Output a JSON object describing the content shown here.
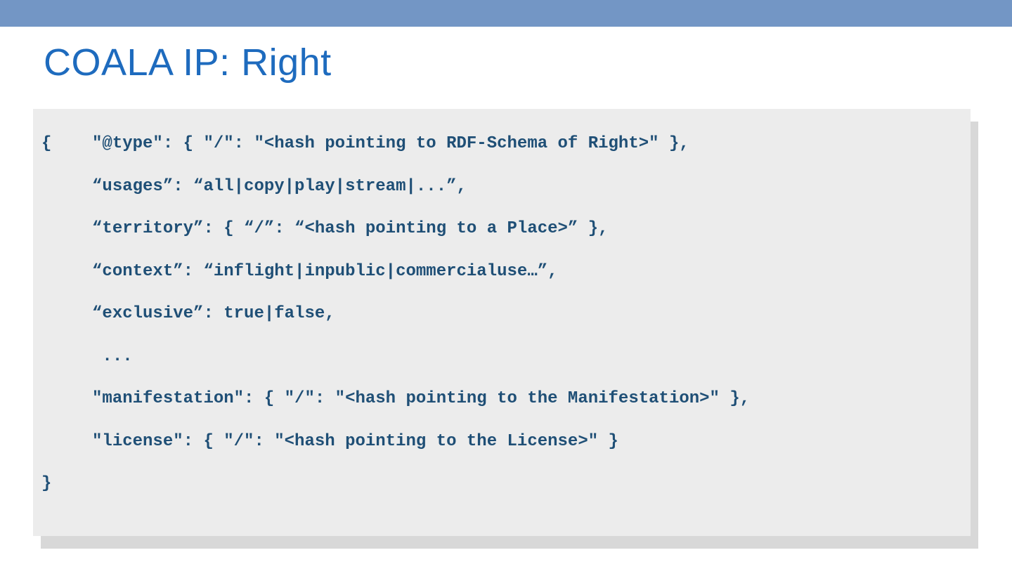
{
  "slide": {
    "title": "COALA IP: Right"
  },
  "colors": {
    "accent_bar": "#7396C5",
    "title_text": "#1E6BBE",
    "code_text": "#1F4F76",
    "code_panel_bg": "#ECECEC",
    "code_panel_shadow": "#D8D8D8",
    "slide_bg": "#FFFFFF"
  },
  "code_block": {
    "language_hint": "json",
    "lines": [
      "{    \"@type\": { \"/\": \"<hash pointing to RDF-Schema of Right>\" },",
      "     “usages”: “all|copy|play|stream|...”,",
      "     “territory”: { “/”: “<hash pointing to a Place>” },",
      "     “context”: “inflight|inpublic|commercialuse…”,",
      "     “exclusive”: true|false,",
      "      ...",
      "     \"manifestation\": { \"/\": \"<hash pointing to the Manifestation>\" },",
      "     \"license\": { \"/\": \"<hash pointing to the License>\" }",
      "}"
    ]
  }
}
